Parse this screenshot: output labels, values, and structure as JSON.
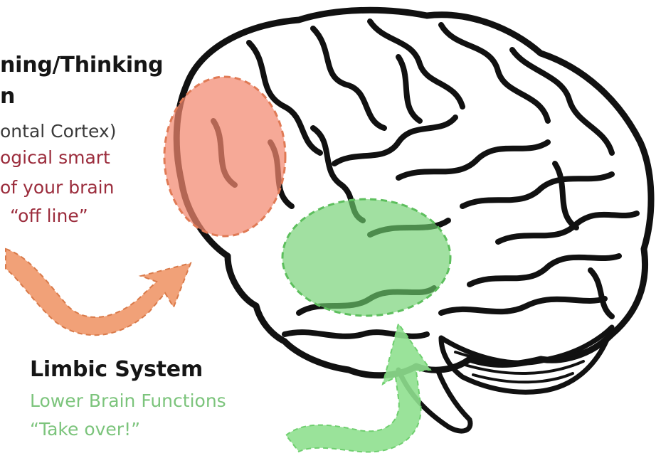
{
  "prefrontal": {
    "heading_line1": "ning/Thinking",
    "heading_line2": "n",
    "region": "ontal Cortex)",
    "desc_line1": "ogical smart",
    "desc_line2": "of your brain",
    "desc_line3": "“off line”"
  },
  "limbic": {
    "heading": "Limbic System",
    "desc_line1": "Lower Brain Functions",
    "desc_line2": "“Take over!”"
  },
  "colors": {
    "prefrontal_fill": "#f3886f",
    "limbic_fill": "#6fcf6f",
    "orange_arrow": "#ef9160",
    "green_arrow": "#8fe08f",
    "brain_outline": "#111111"
  }
}
